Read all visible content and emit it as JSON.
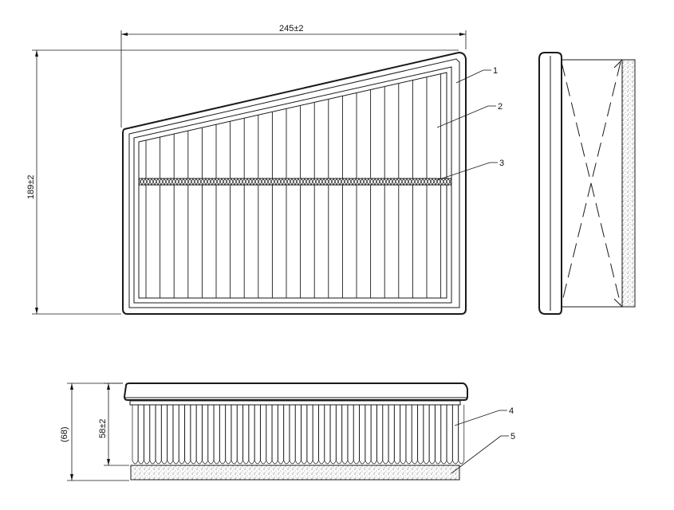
{
  "dimensions": {
    "width": "245±2",
    "height": "189±2",
    "pleat_height": "58±2",
    "total_height": "(68)"
  },
  "callouts": [
    "1",
    "2",
    "3",
    "4",
    "5"
  ]
}
